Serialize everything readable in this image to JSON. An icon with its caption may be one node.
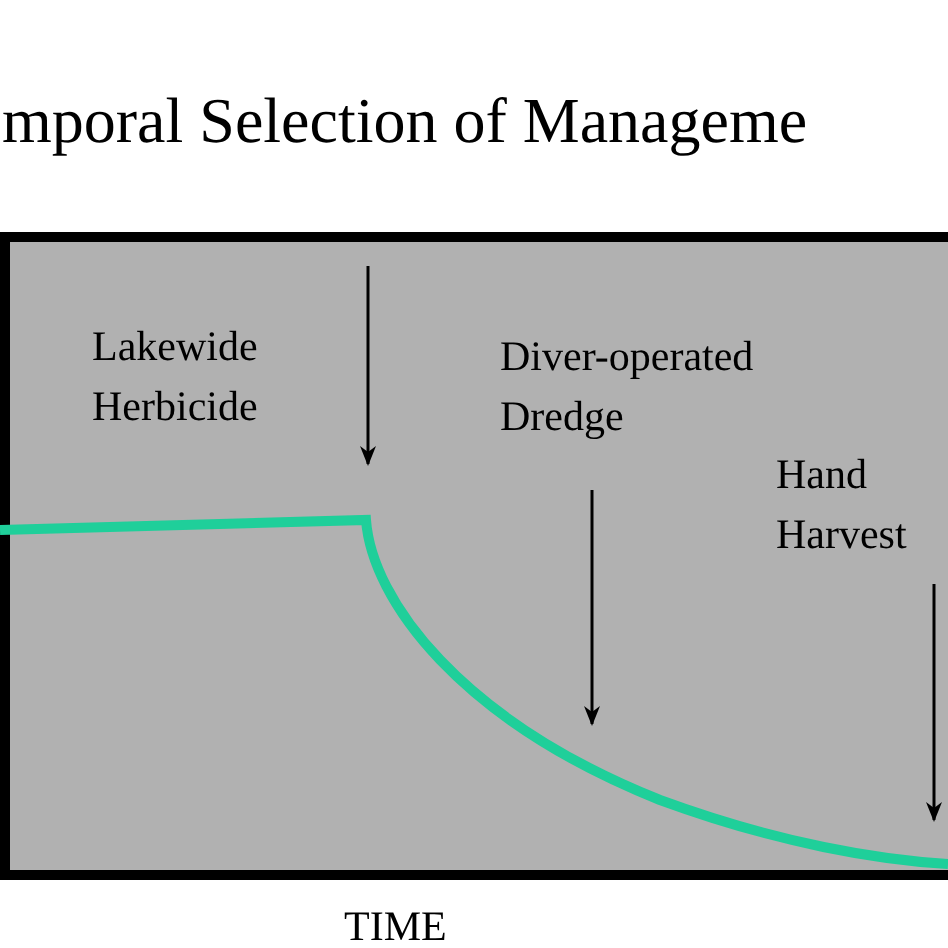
{
  "diagram": {
    "title": "mporal Selection of Manageme",
    "labels": [
      "Lakewide Herbicide",
      "Diver-operated Dredge",
      "Hand Harvest",
      "TIME"
    ]
  }
}
